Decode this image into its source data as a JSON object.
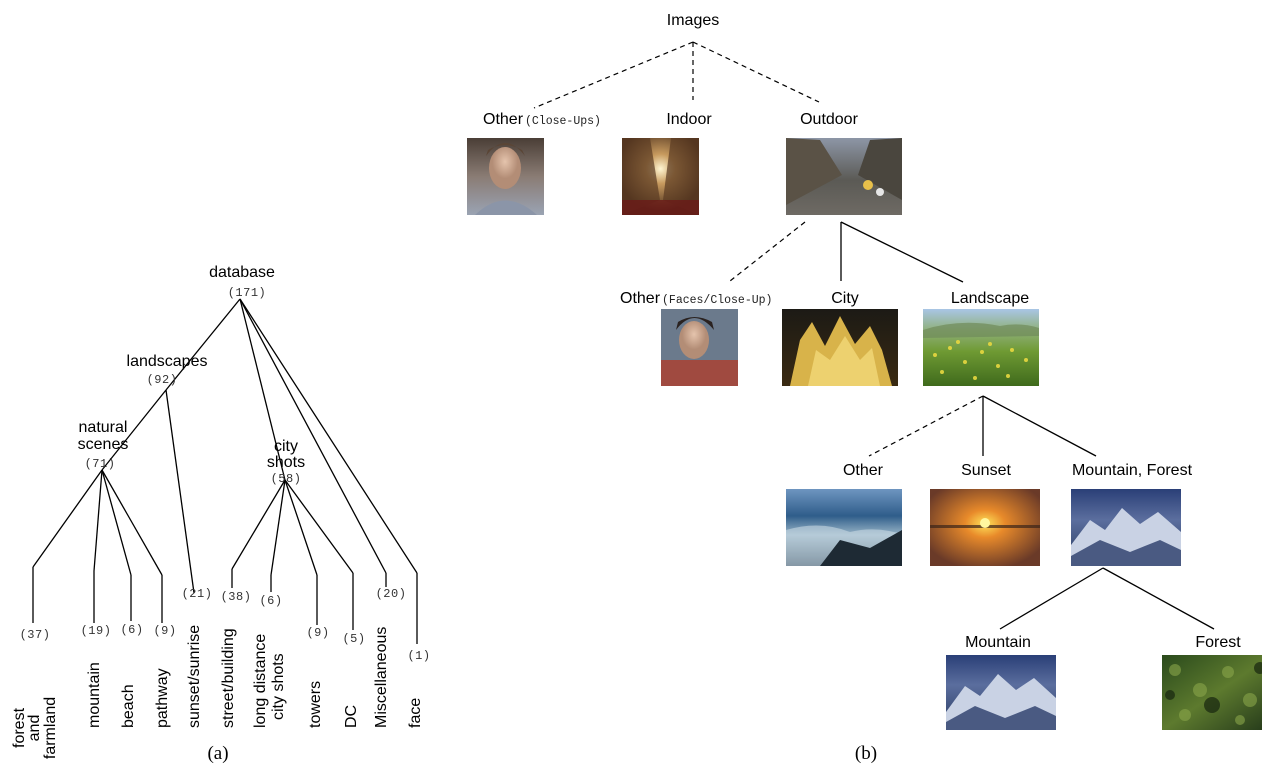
{
  "panel_a": {
    "caption": "(a)",
    "root": {
      "label": "database",
      "count": "(171)"
    },
    "landscapes": {
      "label": "landscapes",
      "count": "(92)"
    },
    "natural": {
      "line1": "natural",
      "line2": "scenes",
      "count": "(71)"
    },
    "city": {
      "line1": "city",
      "line2": "shots",
      "count": "(58)"
    },
    "leaves": [
      {
        "lines": [
          "forest",
          "and",
          "farmland"
        ],
        "count": "(37)"
      },
      {
        "lines": [
          "mountain"
        ],
        "count": "(19)"
      },
      {
        "lines": [
          "beach"
        ],
        "count": "(6)"
      },
      {
        "lines": [
          "pathway"
        ],
        "count": "(9)"
      },
      {
        "lines": [
          "sunset/sunrise"
        ],
        "count": "(21)"
      },
      {
        "lines": [
          "street/building"
        ],
        "count": "(38)"
      },
      {
        "lines": [
          "long distance",
          "city shots"
        ],
        "count": "(6)"
      },
      {
        "lines": [
          "towers"
        ],
        "count": "(9)"
      },
      {
        "lines": [
          "DC"
        ],
        "count": "(5)"
      },
      {
        "lines": [
          "Miscellaneous"
        ],
        "count": "(20)"
      },
      {
        "lines": [
          "face"
        ],
        "count": "(1)"
      }
    ]
  },
  "panel_b": {
    "caption": "(b)",
    "root": "Images",
    "level1": [
      {
        "label": "Other",
        "note": "(Close-Ups)",
        "image": "portrait-photo"
      },
      {
        "label": "Indoor",
        "note": "",
        "image": "cathedral-interior-photo"
      },
      {
        "label": "Outdoor",
        "note": "",
        "image": "street-scene-photo"
      }
    ],
    "level2": [
      {
        "label": "Other",
        "note": "(Faces/Close-Up)",
        "image": "face-photo"
      },
      {
        "label": "City",
        "note": "",
        "image": "city-night-photo"
      },
      {
        "label": "Landscape",
        "note": "",
        "image": "meadow-photo"
      }
    ],
    "level3": [
      {
        "label": "Other",
        "image": "seascape-photo"
      },
      {
        "label": "Sunset",
        "image": "sunset-photo"
      },
      {
        "label": "Mountain, Forest",
        "image": "snowy-mountain-photo"
      }
    ],
    "level4": [
      {
        "label": "Mountain",
        "image": "mountain-photo"
      },
      {
        "label": "Forest",
        "image": "forest-photo"
      }
    ]
  }
}
